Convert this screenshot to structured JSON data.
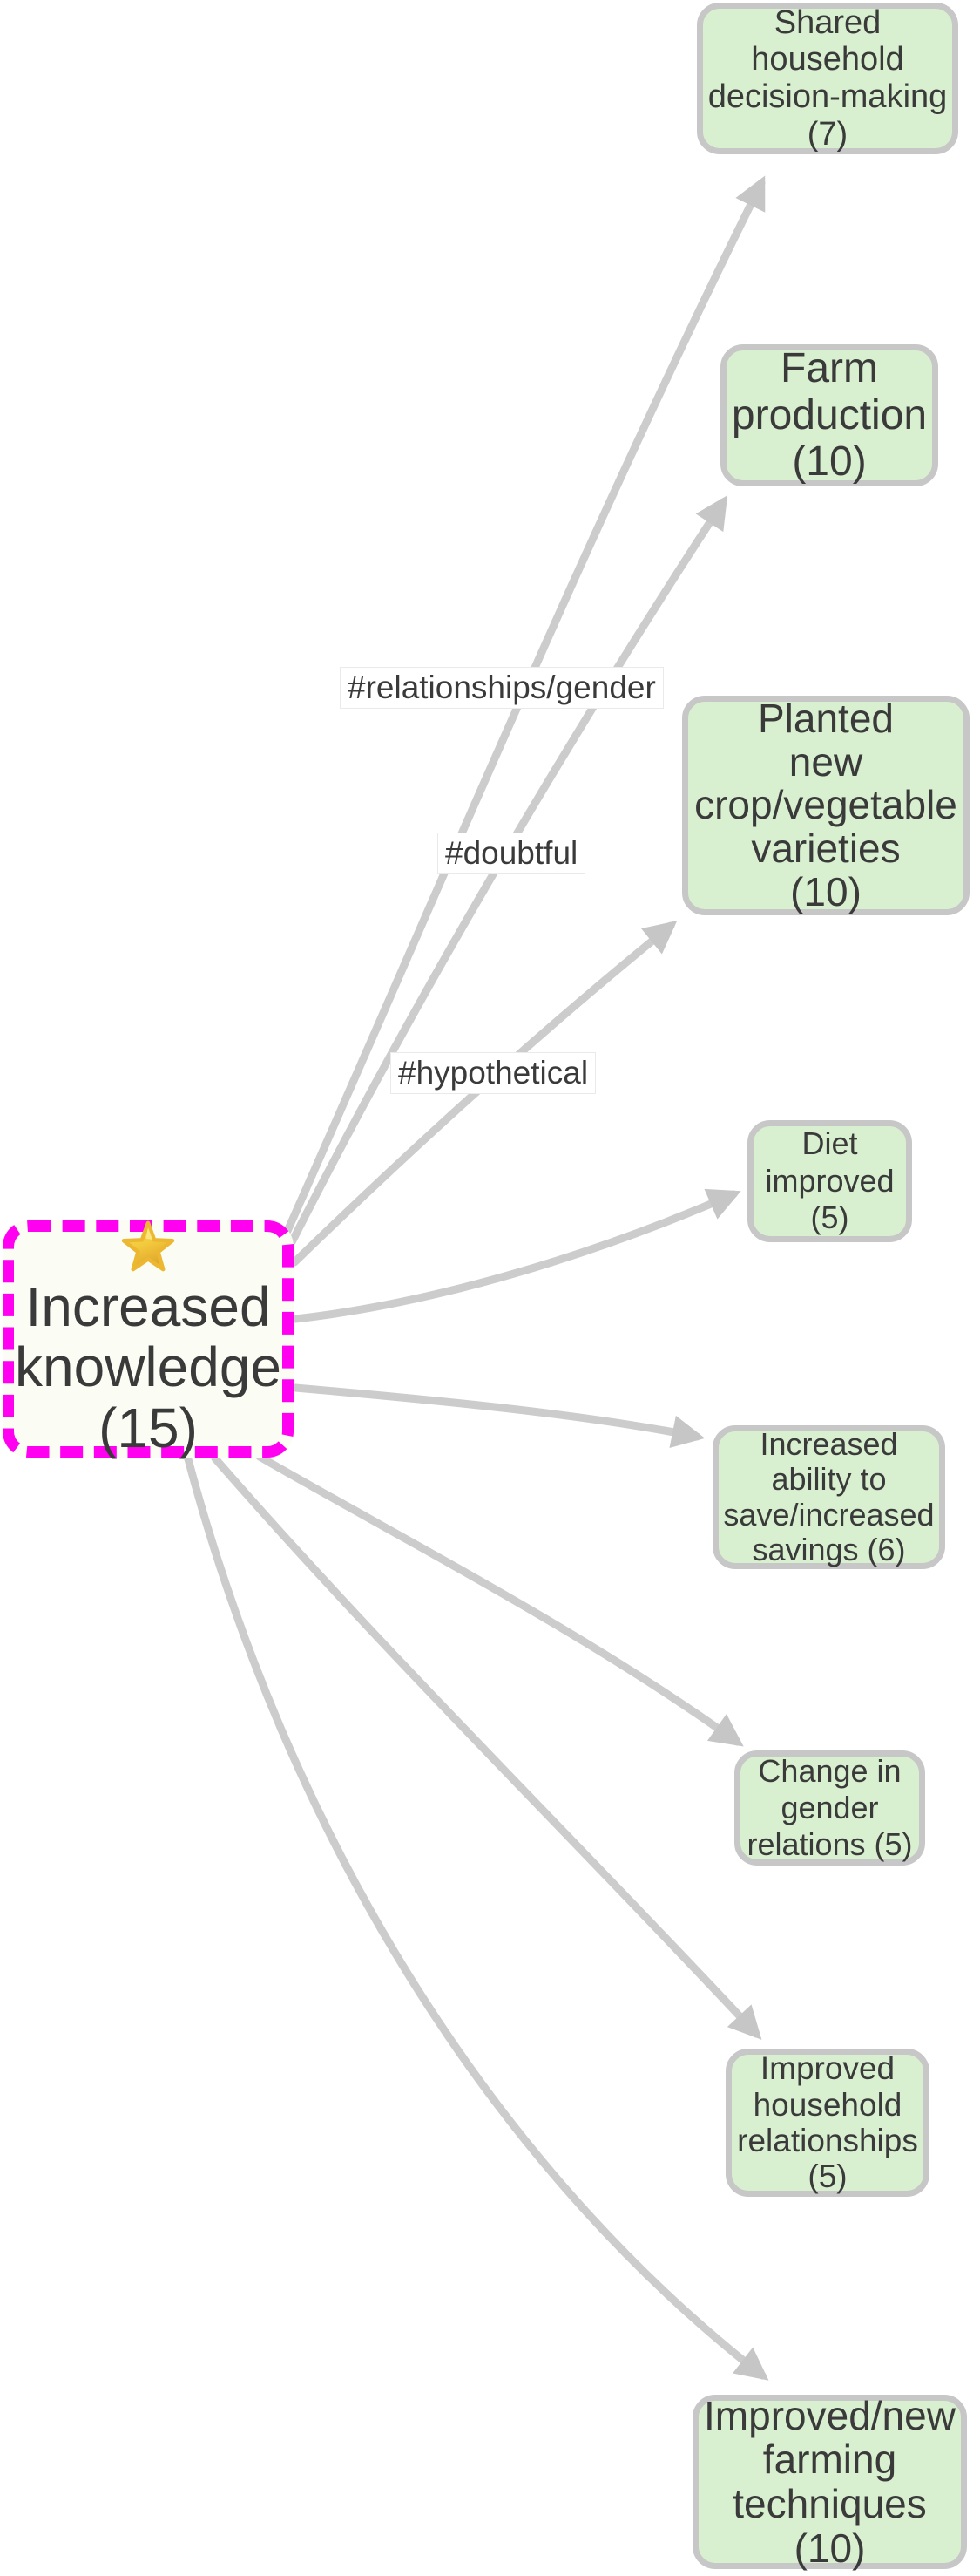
{
  "diagram": {
    "central_node": {
      "id": "increased-knowledge",
      "label": "Increased knowledge (15)",
      "lines": [
        "Increased",
        "knowledge",
        "(15)"
      ],
      "count": 15,
      "icon": "star-emoji"
    },
    "outcome_nodes": [
      {
        "id": "shared-household-decision-making",
        "label": "Shared household decision-making (7)",
        "lines": [
          "Shared",
          "household",
          "decision-making",
          "(7)"
        ],
        "count": 7
      },
      {
        "id": "farm-production",
        "label": "Farm production (10)",
        "lines": [
          "Farm",
          "production",
          "(10)"
        ],
        "count": 10
      },
      {
        "id": "planted-new-crop-vegetable-varieties",
        "label": "Planted new crop/vegetable varieties (10)",
        "lines": [
          "Planted",
          "new",
          "crop/vegetable",
          "varieties",
          "(10)"
        ],
        "count": 10
      },
      {
        "id": "diet-improved",
        "label": "Diet improved (5)",
        "lines": [
          "Diet",
          "improved",
          "(5)"
        ],
        "count": 5
      },
      {
        "id": "increased-ability-to-save",
        "label": "Increased ability to save/increased savings (6)",
        "lines": [
          "Increased",
          "ability to",
          "save/increased",
          "savings (6)"
        ],
        "count": 6
      },
      {
        "id": "change-in-gender-relations",
        "label": "Change in gender relations (5)",
        "lines": [
          "Change in",
          "gender",
          "relations (5)"
        ],
        "count": 5
      },
      {
        "id": "improved-household-relationships",
        "label": "Improved household relationships (5)",
        "lines": [
          "Improved",
          "household",
          "relationships",
          "(5)"
        ],
        "count": 5
      },
      {
        "id": "improved-new-farming-techniques",
        "label": "Improved/new farming techniques (10)",
        "lines": [
          "Improved/new",
          "farming",
          "techniques",
          "(10)"
        ],
        "count": 10
      }
    ],
    "edge_labels": [
      {
        "id": "relationships-gender",
        "text": "#relationships/gender"
      },
      {
        "id": "doubtful",
        "text": "#doubtful"
      },
      {
        "id": "hypothetical",
        "text": "#hypothetical"
      }
    ],
    "colors": {
      "outcome_fill": "#d8f0d0",
      "outcome_border": "#c7c7c7",
      "central_fill": "#fbfdf5",
      "central_border": "#ff00f0",
      "edge": "#cccccc",
      "arrowhead": "#c6c6c6",
      "text": "#3a3a3a",
      "edge_label_bg": "#ffffff",
      "edge_label_border": "#eaeaea",
      "star_gold": "#f3c93d"
    }
  }
}
